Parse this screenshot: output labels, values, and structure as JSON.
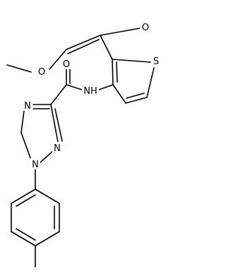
{
  "molecule": {
    "atoms": {
      "o_ether": "O",
      "o_ester_carbonyl": "O",
      "s_thiophene": "S",
      "o_amide": "O",
      "nh_amide": "NH",
      "n_triazole_4": "N",
      "n_triazole_2": "N",
      "n_triazole_1": "N"
    }
  },
  "colors": {
    "bond": "#000000",
    "label": "#000000",
    "background": "#ffffff"
  }
}
